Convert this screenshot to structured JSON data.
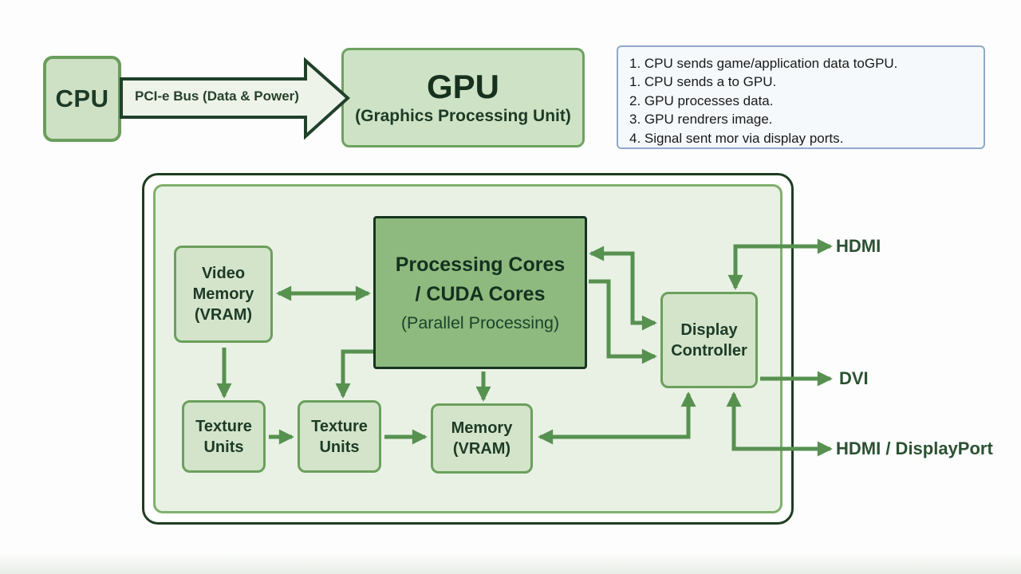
{
  "top": {
    "cpu_label": "CPU",
    "bus_label": "PCI-e Bus (Data & Power)",
    "gpu_title": "GPU",
    "gpu_subtitle": "(Graphics Processing Unit)",
    "info_steps": [
      "1. CPU sends game/application data toGPU.",
      "1. CPU sends a to GPU.",
      "2. GPU processes data.",
      "3. GPU rendrers image.",
      "4. Signal sent mor via display ports."
    ]
  },
  "gpu_internals": {
    "video_memory": "Video\nMemory\n(VRAM)",
    "processing_cores_title": "Processing Cores\n/ CUDA Cores",
    "processing_cores_subtitle": "(Parallel Processing)",
    "texture_units_1": "Texture\nUnits",
    "texture_units_2": "Texture\nUnits",
    "memory_vram": "Memory\n(VRAM)",
    "display_controller": "Display\nController"
  },
  "ports": {
    "hdmi": "HDMI",
    "dvi": "DVI",
    "hdmi_displayport": "HDMI / DisplayPort"
  },
  "colors": {
    "connector_green": "#579150",
    "card_outer_border": "#1d3d22",
    "card_inner_border": "#80b06d",
    "card_inner_fill": "#e9f1e5",
    "node_fill": "#d3e4ca",
    "node_border": "#6ba05c",
    "cores_fill": "#8eba7f",
    "cores_border": "#163420",
    "info_border": "#90a9c8",
    "dark_text": "#1d3a26"
  }
}
